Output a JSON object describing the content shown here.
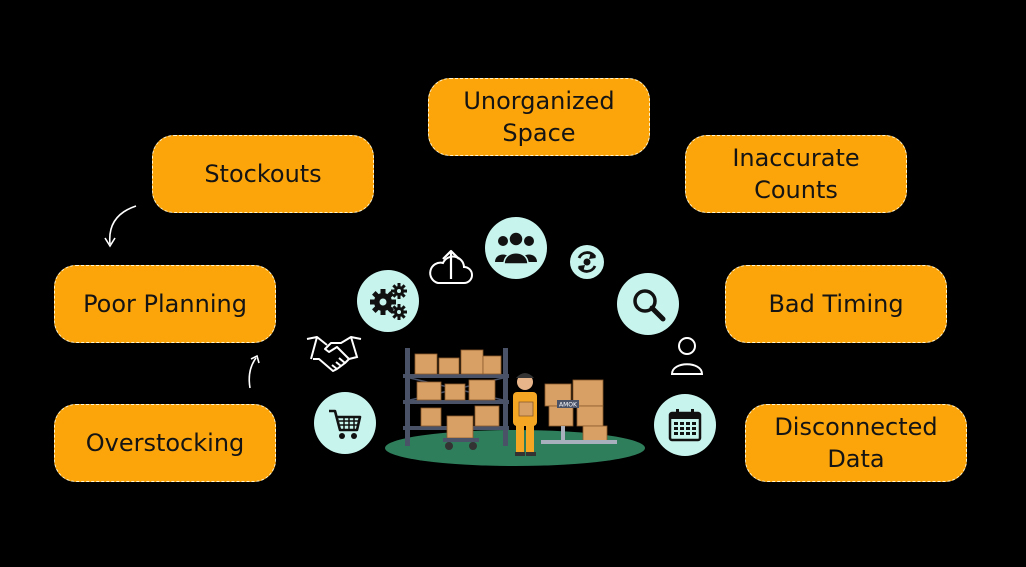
{
  "problems": {
    "unorganized_space": [
      "Unorganized",
      "Space"
    ],
    "inaccurate_counts": [
      "Inaccurate",
      "Counts"
    ],
    "stockouts": "Stockouts",
    "poor_planning": "Poor Planning",
    "bad_timing": "Bad Timing",
    "overstocking": "Overstocking",
    "disconnected_data": [
      "Disconnected",
      "Data"
    ]
  },
  "icons": [
    "cart-icon",
    "handshake-icon",
    "gears-icon",
    "cloud-upload-icon",
    "team-icon",
    "sync-icon",
    "magnifier-icon",
    "user-icon",
    "calendar-icon"
  ],
  "label_text": "AMOK",
  "colors": {
    "background": "#000000",
    "box_fill": "#FCA50B",
    "box_border": "#FFF3CC",
    "icon_circle": "#C8F4EE",
    "floor": "#2E7D5B",
    "shelf": "#4A5268",
    "box_cardboard": "#D9A066",
    "worker_suit": "#F5A623"
  }
}
